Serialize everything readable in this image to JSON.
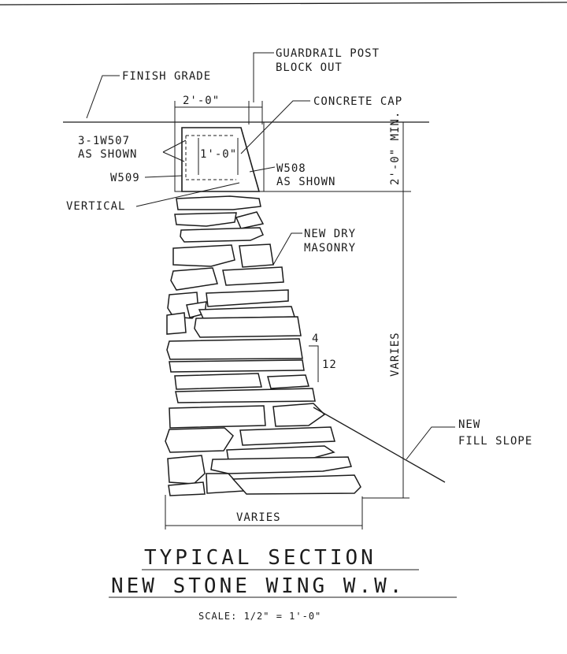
{
  "labels": {
    "finish_grade": "FINISH GRADE",
    "guardrail_line1": "GUARDRAIL POST",
    "guardrail_line2": "BLOCK OUT",
    "concrete_cap": "CONCRETE CAP",
    "dim_cap_width": "2'-0\"",
    "dim_inner": "1'-0\"",
    "bars_line1": "3-1W507",
    "bars_line2": "AS SHOWN",
    "w509": "W509",
    "w508_line1": "W508",
    "w508_line2": "AS SHOWN",
    "vertical": "VERTICAL",
    "dim_right_min": "2'-0\" MIN.",
    "new_dry_line1": "NEW DRY",
    "new_dry_line2": "MASONRY",
    "batter_rise": "4",
    "batter_run": "12",
    "varies_vertical": "VARIES",
    "new_fill_line1": "NEW",
    "new_fill_line2": "FILL SLOPE",
    "varies_bottom": "VARIES"
  },
  "title": {
    "line1": "TYPICAL SECTION",
    "line2": "NEW STONE WING W.W.",
    "scale": "SCALE: 1/2\" = 1'-0\""
  }
}
